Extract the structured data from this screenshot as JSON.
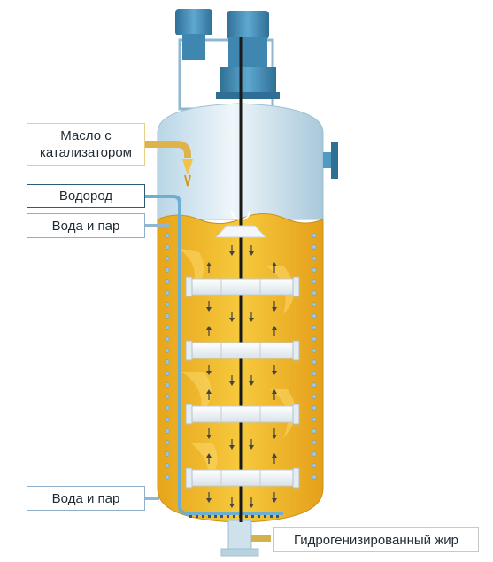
{
  "colors": {
    "liquid": "#f3c43a",
    "liquid_dark": "#e9a91b",
    "vessel_top": "#d8eaf3",
    "vessel_shade": "#a9c9db",
    "motor": "#4f9ac4",
    "motor_dark": "#2f6f96",
    "pipe": "#7ab2d2",
    "shaft": "#1a1a1a"
  },
  "labels": {
    "oil_line1": "Масло с",
    "oil_line2": "катализатором",
    "hydrogen": "Водород",
    "water_steam_top": "Вода и пар",
    "water_steam_bottom": "Вода и пар",
    "product": "Гидрогенизированный жир"
  }
}
